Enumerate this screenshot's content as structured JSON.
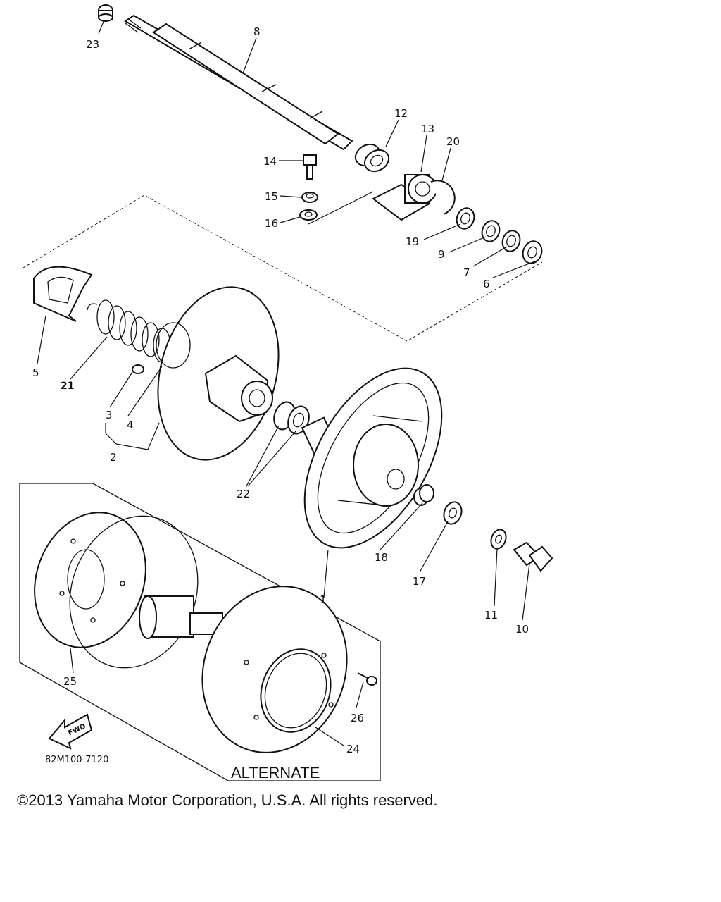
{
  "diagram": {
    "callouts": [
      "23",
      "8",
      "12",
      "13",
      "20",
      "14",
      "15",
      "16",
      "19",
      "9",
      "7",
      "6",
      "5",
      "21",
      "3",
      "4",
      "2",
      "22",
      "18",
      "17",
      "1",
      "11",
      "10",
      "25",
      "26",
      "24"
    ],
    "drawing_code": "82M100-7120",
    "fwd_label": "FWD",
    "alternate_label": "ALTERNATE"
  },
  "footer": {
    "copyright": "©2013 Yamaha Motor Corporation, U.S.A. All rights reserved."
  }
}
